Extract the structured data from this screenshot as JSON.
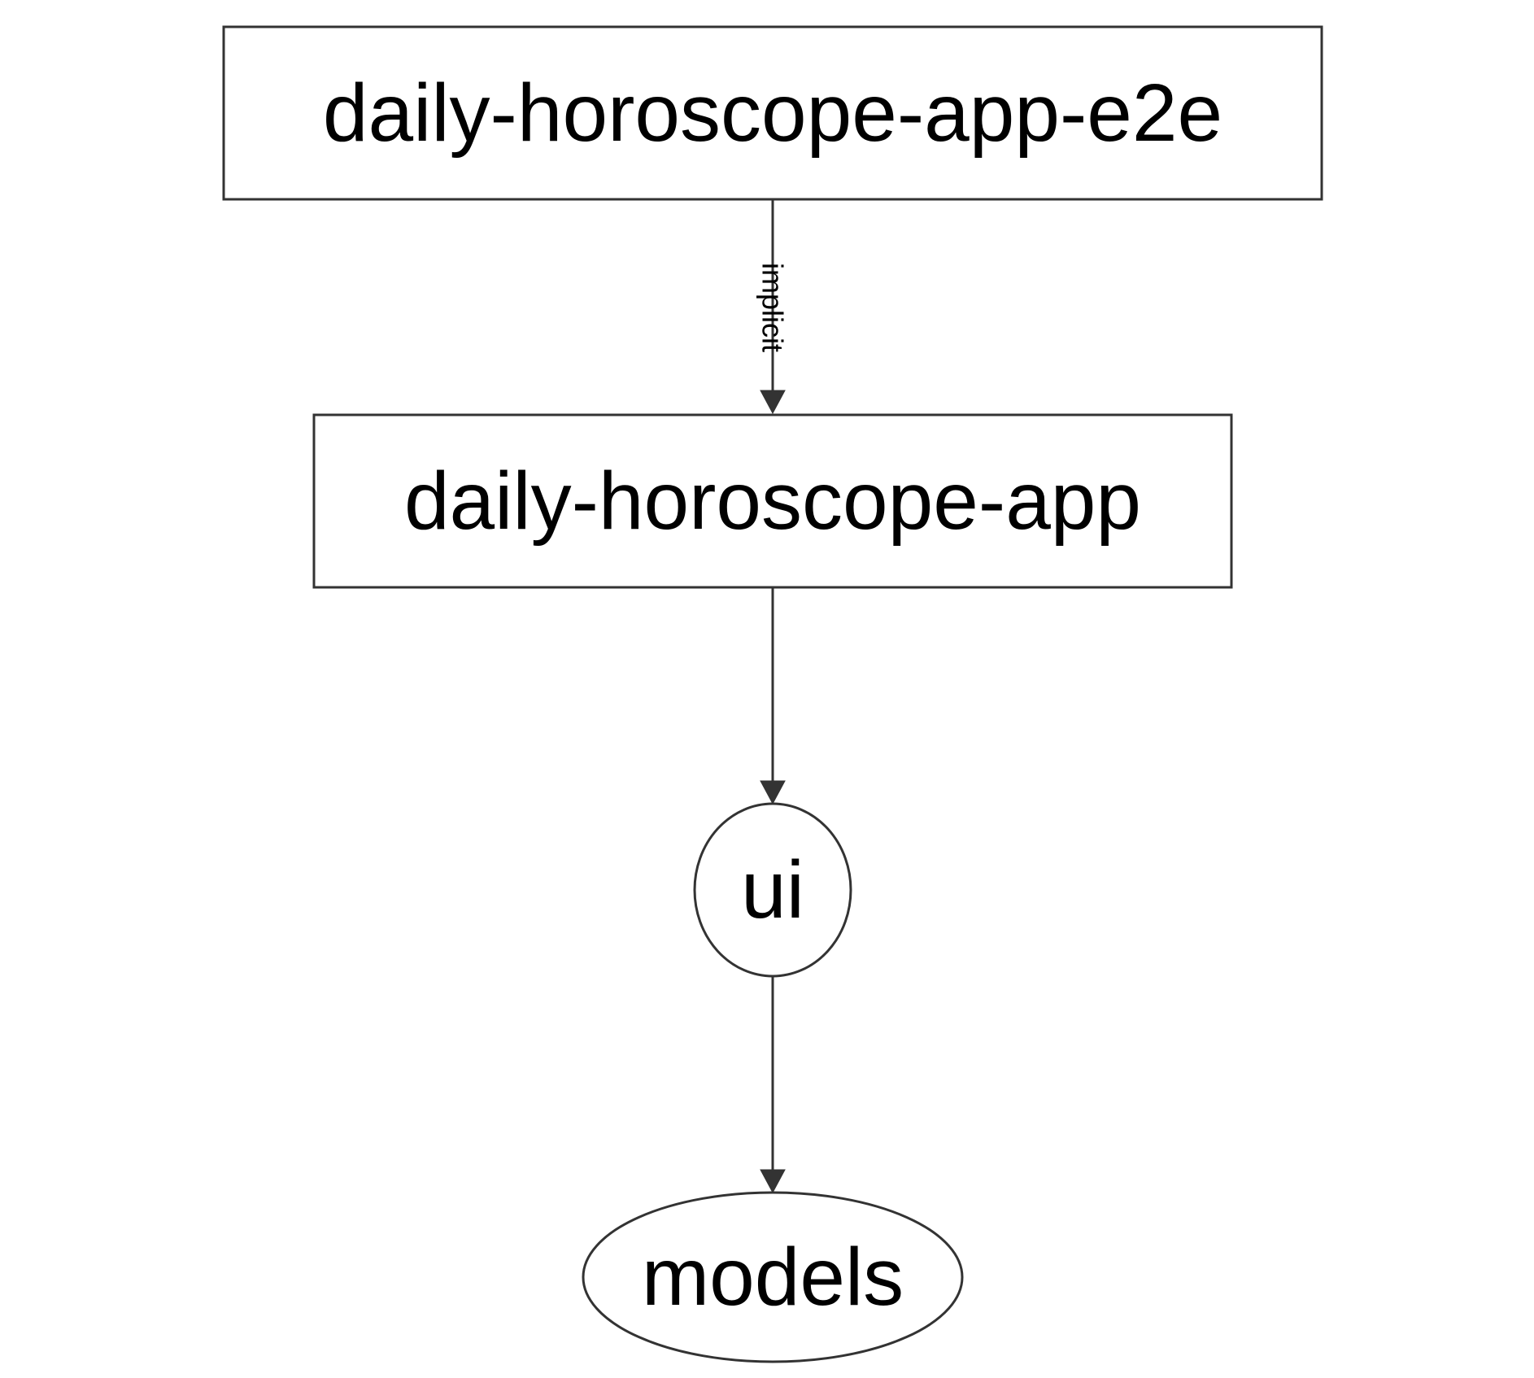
{
  "nodes": {
    "e2e": {
      "label": "daily-horoscope-app-e2e",
      "shape": "rectangle"
    },
    "app": {
      "label": "daily-horoscope-app",
      "shape": "rectangle"
    },
    "ui": {
      "label": "ui",
      "shape": "ellipse"
    },
    "models": {
      "label": "models",
      "shape": "ellipse"
    }
  },
  "edges": [
    {
      "from": "daily-horoscope-app-e2e",
      "to": "daily-horoscope-app",
      "label": "implicit",
      "style": "solid"
    },
    {
      "from": "daily-horoscope-app",
      "to": "ui",
      "label": "",
      "style": "solid"
    },
    {
      "from": "ui",
      "to": "models",
      "label": "",
      "style": "solid"
    }
  ],
  "colors": {
    "stroke": "#333333",
    "text": "#000000",
    "background": "#ffffff"
  }
}
